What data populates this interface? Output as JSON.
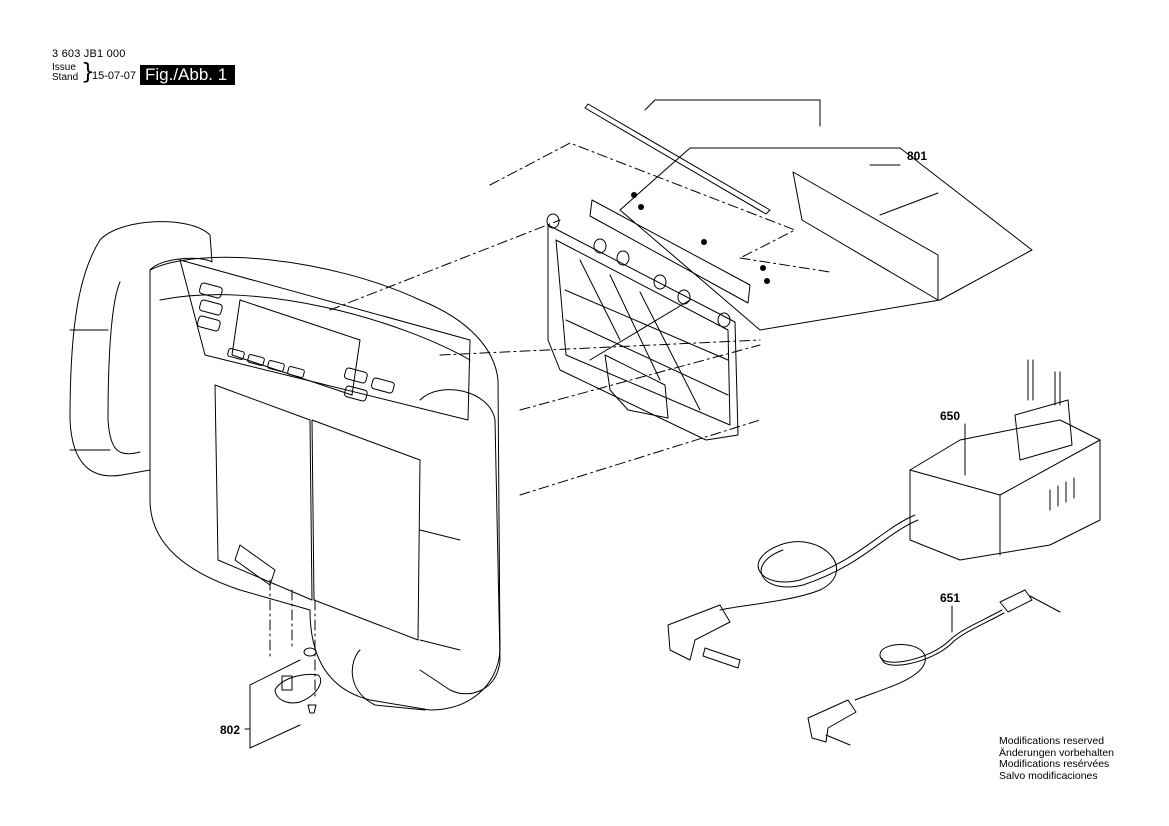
{
  "header": {
    "doc_number": "3 603 JB1 000",
    "issue_label": "Issue",
    "stand_label": "Stand",
    "issue_date": "15-07-07",
    "figure_label": "Fig./Abb. 1"
  },
  "callouts": {
    "p801": "801",
    "p650": "650",
    "p651": "651",
    "p802": "802"
  },
  "notice": {
    "line1": "Modifications reserved",
    "line2": "Änderungen vorbehalten",
    "line3": "Modifications resérvées",
    "line4": "Salvo modificaciones"
  }
}
